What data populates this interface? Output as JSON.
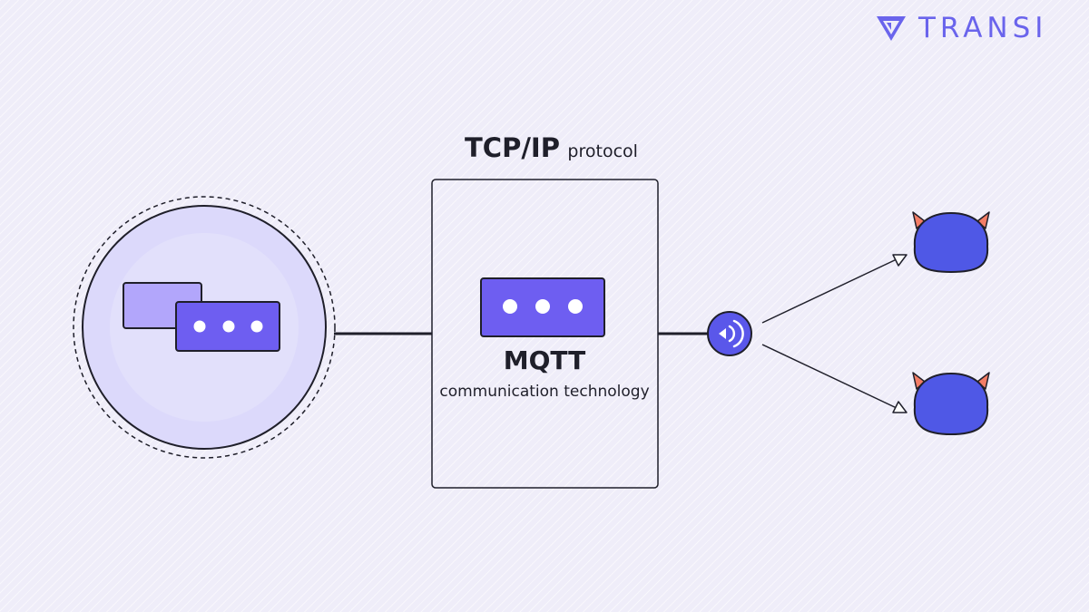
{
  "brand": {
    "name": "TRANSI",
    "logo_icon": "triangle-logo-icon",
    "color": "#6a64ec"
  },
  "protocol": {
    "title": "TCP/IP",
    "subtitle": "protocol"
  },
  "center_box": {
    "title": "MQTT",
    "subtitle": "communication technology"
  },
  "icons": {
    "client": "chat-bubbles-icon",
    "broker": "message-dots-icon",
    "signal": "wireless-signal-icon",
    "devices": [
      "horned-device-icon",
      "horned-device-icon"
    ]
  },
  "colors": {
    "accent": "#6e5ef1",
    "accent_light": "#b2a6fb",
    "circle_fill": "#dcd9fb",
    "device_blue": "#4f58e6",
    "horn": "#f47d66",
    "stroke": "#1f1f2a"
  }
}
